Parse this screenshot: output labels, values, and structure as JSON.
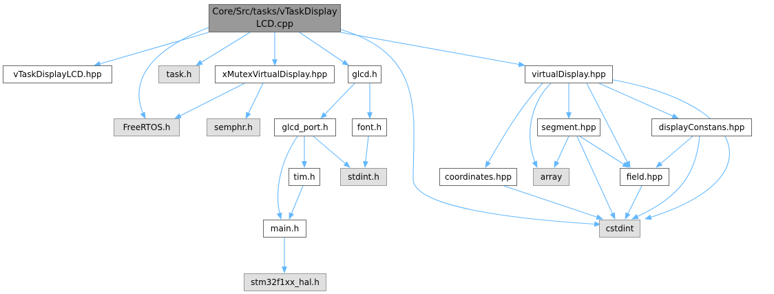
{
  "graph": {
    "edge_color": "#63b8ff",
    "colors": {
      "root_fill": "#999999",
      "file_fill": "#ffffff",
      "external_fill": "#e0e0e0"
    },
    "nodes": {
      "root": {
        "line1": "Core/Src/tasks/vTaskDisplay",
        "line2": "LCD.cpp"
      },
      "vTaskDisplayLCD_hpp": "vTaskDisplayLCD.hpp",
      "task_h": "task.h",
      "xMutexVirtualDisplay_hpp": "xMutexVirtualDisplay.hpp",
      "glcd_h": "glcd.h",
      "virtualDisplay_hpp": "virtualDisplay.hpp",
      "FreeRTOS_h": "FreeRTOS.h",
      "semphr_h": "semphr.h",
      "glcd_port_h": "glcd_port.h",
      "font_h": "font.h",
      "segment_hpp": "segment.hpp",
      "displayConstans_hpp": "displayConstans.hpp",
      "tim_h": "tim.h",
      "stdint_h": "stdint.h",
      "coordinates_hpp": "coordinates.hpp",
      "array": "array",
      "field_hpp": "field.hpp",
      "main_h": "main.h",
      "cstdint": "cstdint",
      "stm32f1xx_hal_h": "stm32f1xx_hal.h"
    }
  }
}
